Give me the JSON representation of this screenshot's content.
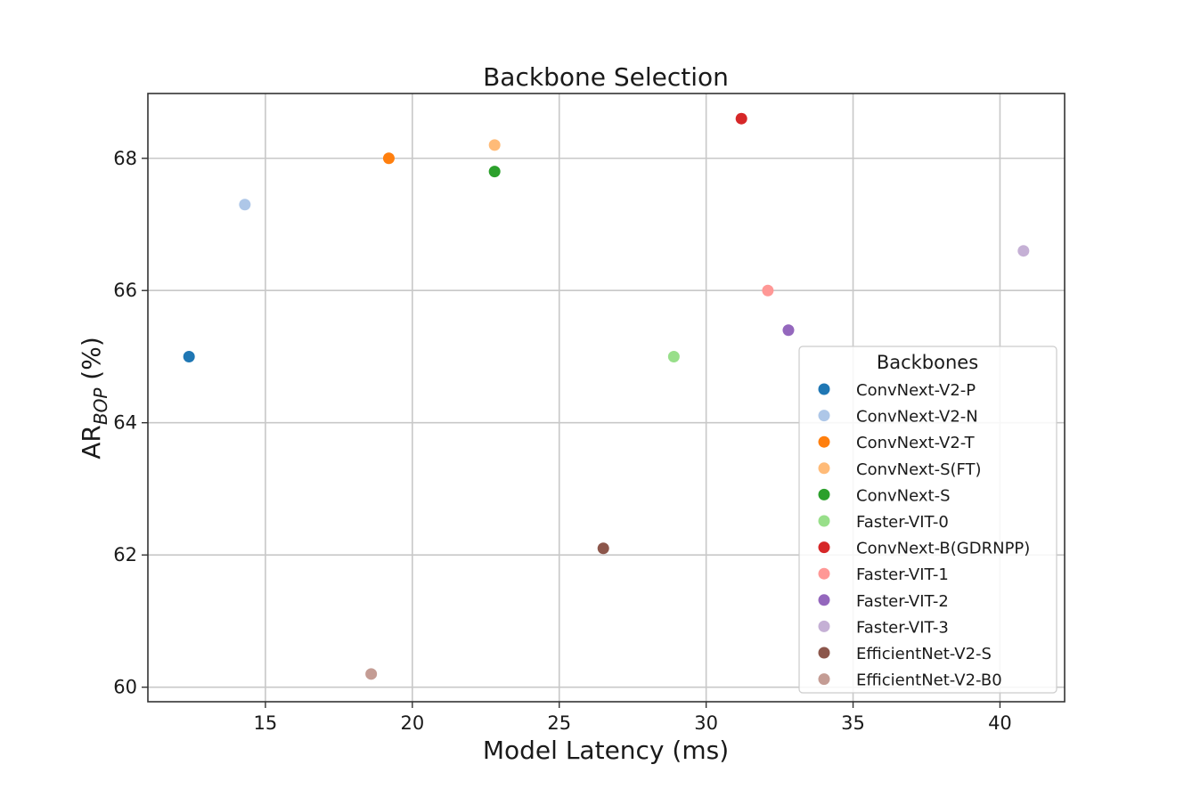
{
  "chart_data": {
    "type": "scatter",
    "title": "Backbone Selection",
    "xlabel": "Model Latency (ms)",
    "ylabel": {
      "main": "AR",
      "sub": "BOP",
      "suffix": " (%)"
    },
    "xlim": [
      11,
      42.2
    ],
    "ylim": [
      59.78,
      68.98
    ],
    "xticks": [
      15,
      20,
      25,
      30,
      35,
      40
    ],
    "yticks": [
      60,
      62,
      64,
      66,
      68
    ],
    "grid": true,
    "legend": {
      "title": "Backbones",
      "placement": "lower right"
    },
    "series": [
      {
        "name": "ConvNext-V2-P",
        "color": "#1f77b4",
        "x": 12.4,
        "y": 65.0
      },
      {
        "name": "ConvNext-V2-N",
        "color": "#aec7e8",
        "x": 14.3,
        "y": 67.3
      },
      {
        "name": "ConvNext-V2-T",
        "color": "#ff7f0e",
        "x": 19.2,
        "y": 68.0
      },
      {
        "name": "ConvNext-S(FT)",
        "color": "#ffbb78",
        "x": 22.8,
        "y": 68.2
      },
      {
        "name": "ConvNext-S",
        "color": "#2ca02c",
        "x": 22.8,
        "y": 67.8
      },
      {
        "name": "Faster-VIT-0",
        "color": "#98df8a",
        "x": 28.9,
        "y": 65.0
      },
      {
        "name": "ConvNext-B(GDRNPP)",
        "color": "#d62728",
        "x": 31.2,
        "y": 68.6
      },
      {
        "name": "Faster-VIT-1",
        "color": "#ff9896",
        "x": 32.1,
        "y": 66.0
      },
      {
        "name": "Faster-VIT-2",
        "color": "#9467bd",
        "x": 32.8,
        "y": 65.4
      },
      {
        "name": "Faster-VIT-3",
        "color": "#c5b0d5",
        "x": 40.8,
        "y": 66.6
      },
      {
        "name": "EfficientNet-V2-S",
        "color": "#8c564b",
        "x": 26.5,
        "y": 62.1
      },
      {
        "name": "EfficientNet-V2-B0",
        "color": "#c49c94",
        "x": 18.6,
        "y": 60.2
      }
    ]
  }
}
